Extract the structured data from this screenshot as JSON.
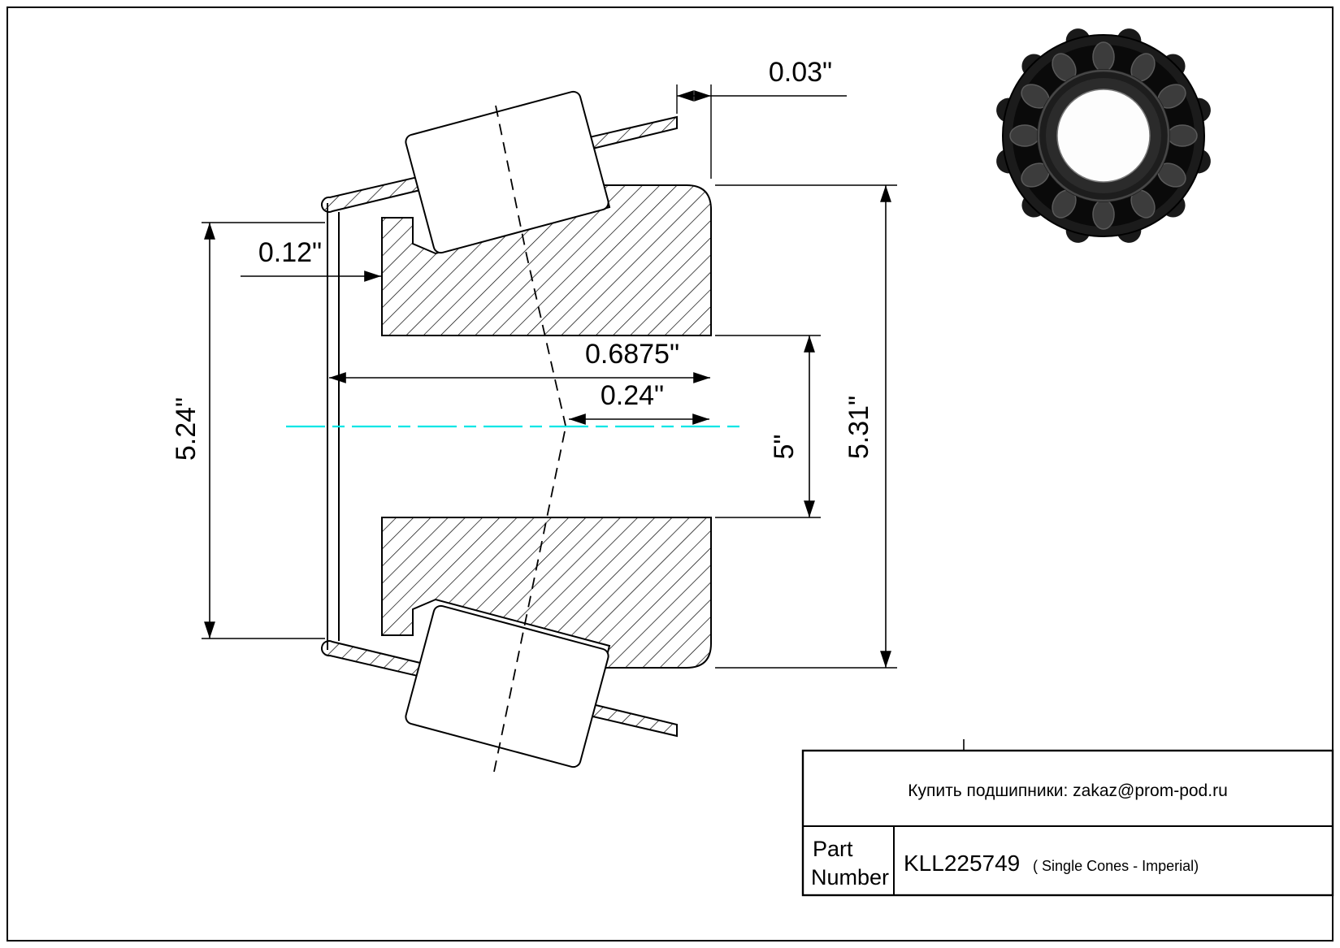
{
  "page": {
    "background": "#ffffff",
    "border_color": "#000000"
  },
  "drawing": {
    "type": "technical-section-tapered-roller-bearing-cone",
    "centerline_color": "#00e5e5",
    "outline_color": "#000000",
    "dimensions": {
      "backface_gap": "0.03\"",
      "rib_width": "0.12\"",
      "cone_width": "0.6875\"",
      "load_center": "0.24\"",
      "bore": "5\"",
      "rib_diameter": "5.24\"",
      "outer_diameter": "5.31\""
    }
  },
  "photo": {
    "name": "tapered-roller-bearing-cone-photo",
    "ring_color": "#1b1b1b",
    "roller_color": "#3c3c3c",
    "bore_color": "#fdfdfd"
  },
  "title_block": {
    "contact": "Купить подшипники: zakaz@prom-pod.ru",
    "part_label_line1": "Part",
    "part_label_line2": "Number",
    "part_number": "KLL225749",
    "part_suffix": "( Single Cones - Imperial)"
  }
}
